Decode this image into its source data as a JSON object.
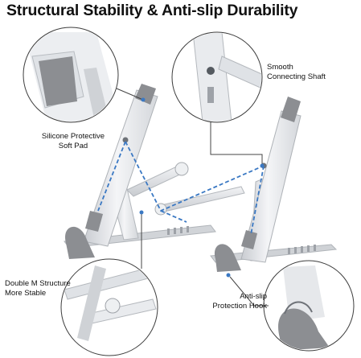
{
  "headline": "Structural Stability & Anti-slip Durability",
  "callouts": {
    "smooth_shaft": [
      "Smooth",
      "Connecting Shaft"
    ],
    "silicone_pad": [
      "Silicone Protective",
      "Soft Pad"
    ],
    "double_m": [
      "Double M Structure",
      "More Stable"
    ],
    "anti_slip_hook": [
      "Anti-slip",
      "Protection Hook"
    ]
  },
  "colors": {
    "accent_blue": "#3a78c3",
    "aluminium": "#e7e9ec",
    "silicone_grey": "#8c8e92"
  }
}
